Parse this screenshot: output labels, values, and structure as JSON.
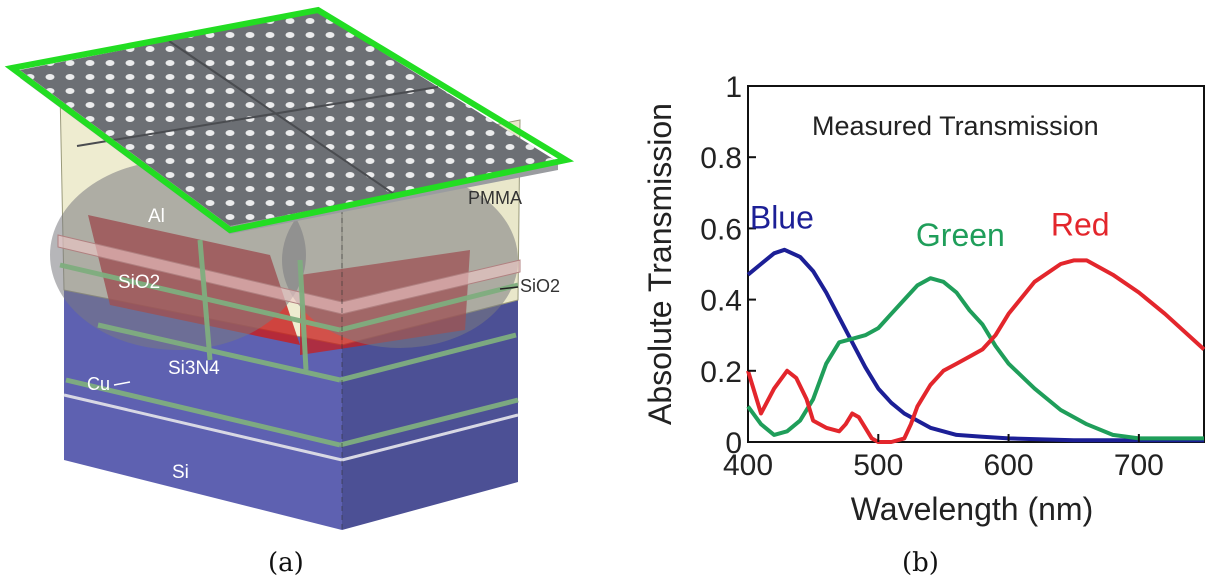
{
  "panel_a": {
    "caption": "(a)",
    "labels": {
      "al": "Al",
      "pmma": "PMMA",
      "sio2_left": "SiO2",
      "sio2_right": "SiO2",
      "si3n4": "Si3N4",
      "cu": "Cu",
      "si": "Si"
    },
    "colors": {
      "frame": "#22dd22",
      "substrate": "#3a3ea0",
      "pmma_layer": "#e8e6c0",
      "nitride": "#c81e1e",
      "metal_plate": "#6c6f74",
      "wire": "#7fae7f"
    }
  },
  "panel_b": {
    "caption": "(b)",
    "colors": {
      "Blue": "#1c1f96",
      "Green": "#1f9e5a",
      "Red": "#e3262c"
    }
  },
  "chart_data": {
    "type": "line",
    "title": "Measured Transmission",
    "xlabel": "Wavelength (nm)",
    "ylabel": "Absolute Transmission",
    "xlim": [
      400,
      750
    ],
    "ylim": [
      0,
      1
    ],
    "xticks": [
      "400",
      "500",
      "600",
      "700"
    ],
    "yticks": [
      "0",
      "0.2",
      "0.4",
      "0.6",
      "0.8",
      "1"
    ],
    "series": [
      {
        "name": "Blue",
        "x": [
          400,
          410,
          420,
          428,
          440,
          450,
          460,
          470,
          480,
          490,
          500,
          510,
          520,
          540,
          560,
          580,
          600,
          650,
          700,
          750
        ],
        "y": [
          0.47,
          0.5,
          0.53,
          0.54,
          0.52,
          0.48,
          0.42,
          0.35,
          0.28,
          0.21,
          0.15,
          0.11,
          0.08,
          0.04,
          0.02,
          0.015,
          0.01,
          0.005,
          0.005,
          0.005
        ]
      },
      {
        "name": "Green",
        "x": [
          400,
          410,
          420,
          430,
          440,
          450,
          460,
          470,
          480,
          490,
          500,
          510,
          520,
          530,
          540,
          550,
          560,
          570,
          580,
          590,
          600,
          620,
          640,
          660,
          680,
          700,
          725,
          750
        ],
        "y": [
          0.1,
          0.05,
          0.02,
          0.03,
          0.06,
          0.12,
          0.22,
          0.28,
          0.29,
          0.3,
          0.32,
          0.36,
          0.4,
          0.44,
          0.46,
          0.45,
          0.42,
          0.37,
          0.33,
          0.27,
          0.22,
          0.15,
          0.09,
          0.05,
          0.02,
          0.01,
          0.01,
          0.01
        ]
      },
      {
        "name": "Red",
        "x": [
          400,
          410,
          420,
          430,
          437,
          445,
          450,
          460,
          470,
          475,
          480,
          485,
          490,
          495,
          500,
          510,
          520,
          525,
          530,
          540,
          550,
          560,
          570,
          580,
          590,
          600,
          620,
          640,
          650,
          660,
          680,
          700,
          720,
          750
        ],
        "y": [
          0.2,
          0.08,
          0.15,
          0.2,
          0.18,
          0.12,
          0.06,
          0.04,
          0.03,
          0.05,
          0.08,
          0.07,
          0.04,
          0.01,
          0.0,
          0.0,
          0.01,
          0.05,
          0.1,
          0.16,
          0.2,
          0.22,
          0.24,
          0.26,
          0.3,
          0.36,
          0.45,
          0.5,
          0.51,
          0.51,
          0.47,
          0.42,
          0.36,
          0.26
        ]
      }
    ]
  }
}
